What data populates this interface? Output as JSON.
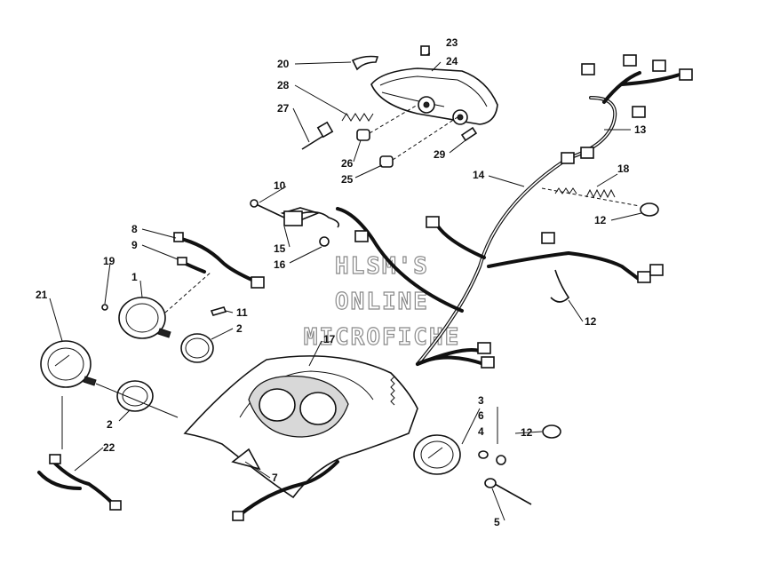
{
  "watermark": {
    "line1": "HLSM'S",
    "line2": "ONLINE",
    "line3": "MICROFICHE"
  },
  "callouts": [
    {
      "id": "20",
      "text": "20"
    },
    {
      "id": "23",
      "text": "23"
    },
    {
      "id": "24",
      "text": "24"
    },
    {
      "id": "28",
      "text": "28"
    },
    {
      "id": "27",
      "text": "27"
    },
    {
      "id": "26",
      "text": "26"
    },
    {
      "id": "25",
      "text": "25"
    },
    {
      "id": "29",
      "text": "29"
    },
    {
      "id": "13",
      "text": "13"
    },
    {
      "id": "14",
      "text": "14"
    },
    {
      "id": "18",
      "text": "18"
    },
    {
      "id": "12a",
      "text": "12"
    },
    {
      "id": "10",
      "text": "10"
    },
    {
      "id": "15",
      "text": "15"
    },
    {
      "id": "16",
      "text": "16"
    },
    {
      "id": "8",
      "text": "8"
    },
    {
      "id": "9",
      "text": "9"
    },
    {
      "id": "19",
      "text": "19"
    },
    {
      "id": "1",
      "text": "1"
    },
    {
      "id": "21",
      "text": "21"
    },
    {
      "id": "11",
      "text": "11"
    },
    {
      "id": "2a",
      "text": "2"
    },
    {
      "id": "17",
      "text": "17"
    },
    {
      "id": "12b",
      "text": "12"
    },
    {
      "id": "3",
      "text": "3"
    },
    {
      "id": "6",
      "text": "6"
    },
    {
      "id": "4",
      "text": "4"
    },
    {
      "id": "12c",
      "text": "12"
    },
    {
      "id": "2b",
      "text": "2"
    },
    {
      "id": "22",
      "text": "22"
    },
    {
      "id": "7",
      "text": "7"
    },
    {
      "id": "5",
      "text": "5"
    }
  ]
}
